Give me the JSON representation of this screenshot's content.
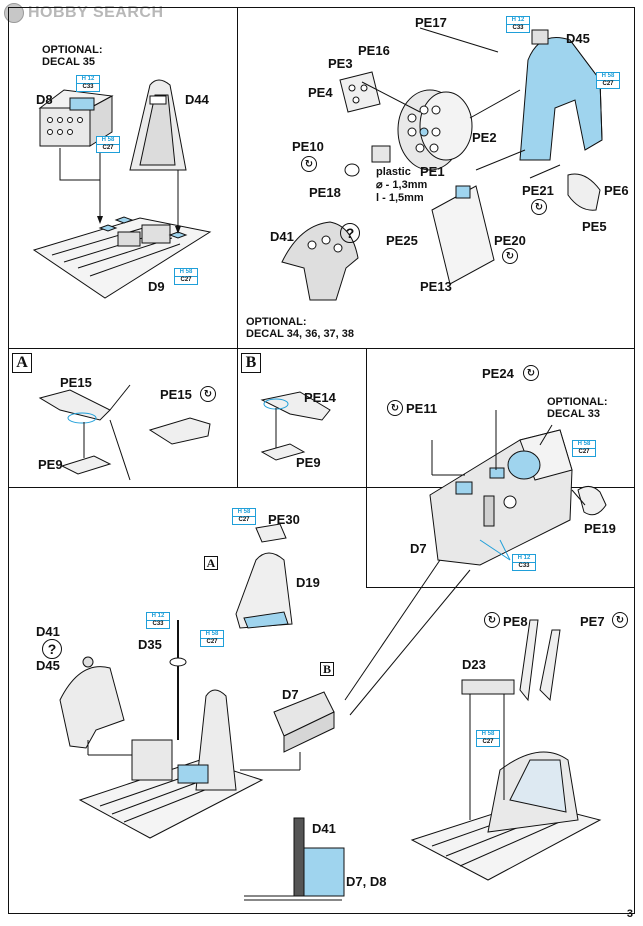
{
  "watermark": {
    "brand": "HOBBY SEARCH"
  },
  "page_number": "3",
  "step1": {
    "optional_note": [
      "OPTIONAL:",
      "DECAL 35"
    ],
    "labels": {
      "d8": "D8",
      "d44": "D44",
      "d9": "D9"
    },
    "chips": [
      {
        "top": "H 12",
        "bottom": "C33"
      },
      {
        "top": "H 58",
        "bottom": "C27"
      },
      {
        "top": "H 58",
        "bottom": "C27"
      }
    ]
  },
  "step2": {
    "labels": {
      "pe17": "PE17",
      "d45": "D45",
      "pe16": "PE16",
      "pe3": "PE3",
      "pe4": "PE4",
      "pe2": "PE2",
      "pe10": "PE10",
      "pe1": "PE1",
      "pe18": "PE18",
      "pe21": "PE21",
      "pe6": "PE6",
      "pe5": "PE5",
      "d41": "D41",
      "pe25": "PE25",
      "pe20": "PE20",
      "pe13": "PE13"
    },
    "plastic_note": [
      "plastic",
      "⌀ - 1,3mm",
      "l - 1,5mm"
    ],
    "optional_note": [
      "OPTIONAL:",
      "DECAL 34, 36, 37, 38"
    ],
    "chips": [
      {
        "top": "H 12",
        "bottom": "C33"
      },
      {
        "top": "H 58",
        "bottom": "C27"
      }
    ]
  },
  "stepA": {
    "letter": "A",
    "labels": {
      "pe15": "PE15",
      "pe15b": "PE15",
      "pe9": "PE9"
    }
  },
  "stepB": {
    "letter": "B",
    "labels": {
      "pe14": "PE14",
      "pe9": "PE9"
    }
  },
  "step3": {
    "labels": {
      "pe24": "PE24",
      "pe11": "PE11",
      "d7": "D7",
      "pe19": "PE19"
    },
    "optional_note": [
      "OPTIONAL:",
      "DECAL 33"
    ],
    "chips": [
      {
        "top": "H 58",
        "bottom": "C27"
      },
      {
        "top": "H 12",
        "bottom": "C33"
      }
    ]
  },
  "step4": {
    "labels": {
      "pe30": "PE30",
      "d19": "D19",
      "d35": "D35",
      "d41": "D41",
      "d45": "D45",
      "d7": "D7",
      "d41b": "D41",
      "d7d8": "D7, D8"
    },
    "letters": {
      "a": "A",
      "b": "B"
    },
    "chips": [
      {
        "top": "H 58",
        "bottom": "C27"
      },
      {
        "top": "H 12",
        "bottom": "C33"
      },
      {
        "top": "H 58",
        "bottom": "C27"
      }
    ]
  },
  "step5": {
    "labels": {
      "pe8": "PE8",
      "pe7": "PE7",
      "d23": "D23"
    },
    "chips": [
      {
        "top": "H 58",
        "bottom": "C27"
      }
    ]
  },
  "colors": {
    "highlight": "#9fd4ee",
    "chip_border": "#1f9fd9",
    "line": "#111111",
    "part_fill": "#e9e9e9"
  }
}
